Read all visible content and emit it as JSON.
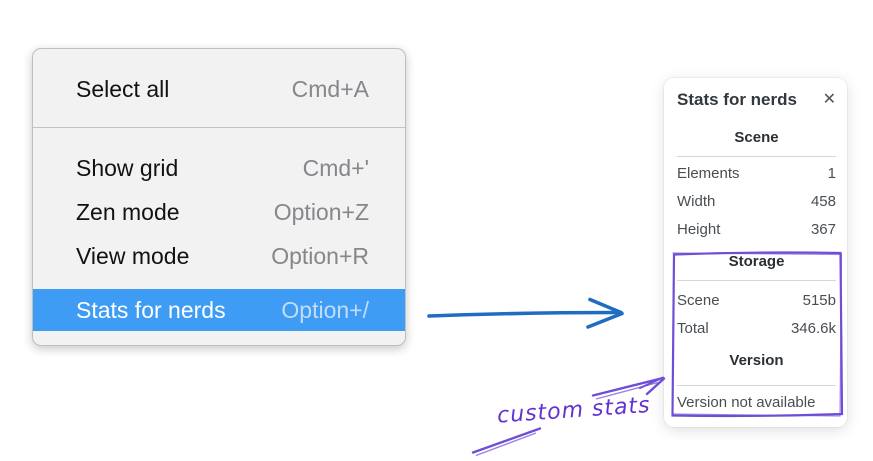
{
  "colors": {
    "menu-highlight": "#3f9cf4",
    "blue-arrow": "#1f6dc1",
    "violet": "#6f4ed6",
    "violet-text": "#6233d0"
  },
  "context_menu": {
    "items": [
      {
        "label": "Select all",
        "shortcut": "Cmd+A",
        "selected": false
      },
      {
        "label": "Show grid",
        "shortcut": "Cmd+'",
        "selected": false
      },
      {
        "label": "Zen mode",
        "shortcut": "Option+Z",
        "selected": false
      },
      {
        "label": "View mode",
        "shortcut": "Option+R",
        "selected": false
      },
      {
        "label": "Stats for nerds",
        "shortcut": "Option+/",
        "selected": true
      }
    ]
  },
  "stats_panel": {
    "title": "Stats for nerds",
    "close_icon": "✕",
    "sections": [
      {
        "heading": "Scene",
        "rows": [
          {
            "label": "Elements",
            "value": "1"
          },
          {
            "label": "Width",
            "value": "458"
          },
          {
            "label": "Height",
            "value": "367"
          }
        ]
      },
      {
        "heading": "Storage",
        "rows": [
          {
            "label": "Scene",
            "value": "515b"
          },
          {
            "label": "Total",
            "value": "346.6k"
          }
        ]
      },
      {
        "heading": "Version",
        "note": "Version not available"
      }
    ]
  },
  "annotations": {
    "custom_stats_label": "custom stats"
  }
}
